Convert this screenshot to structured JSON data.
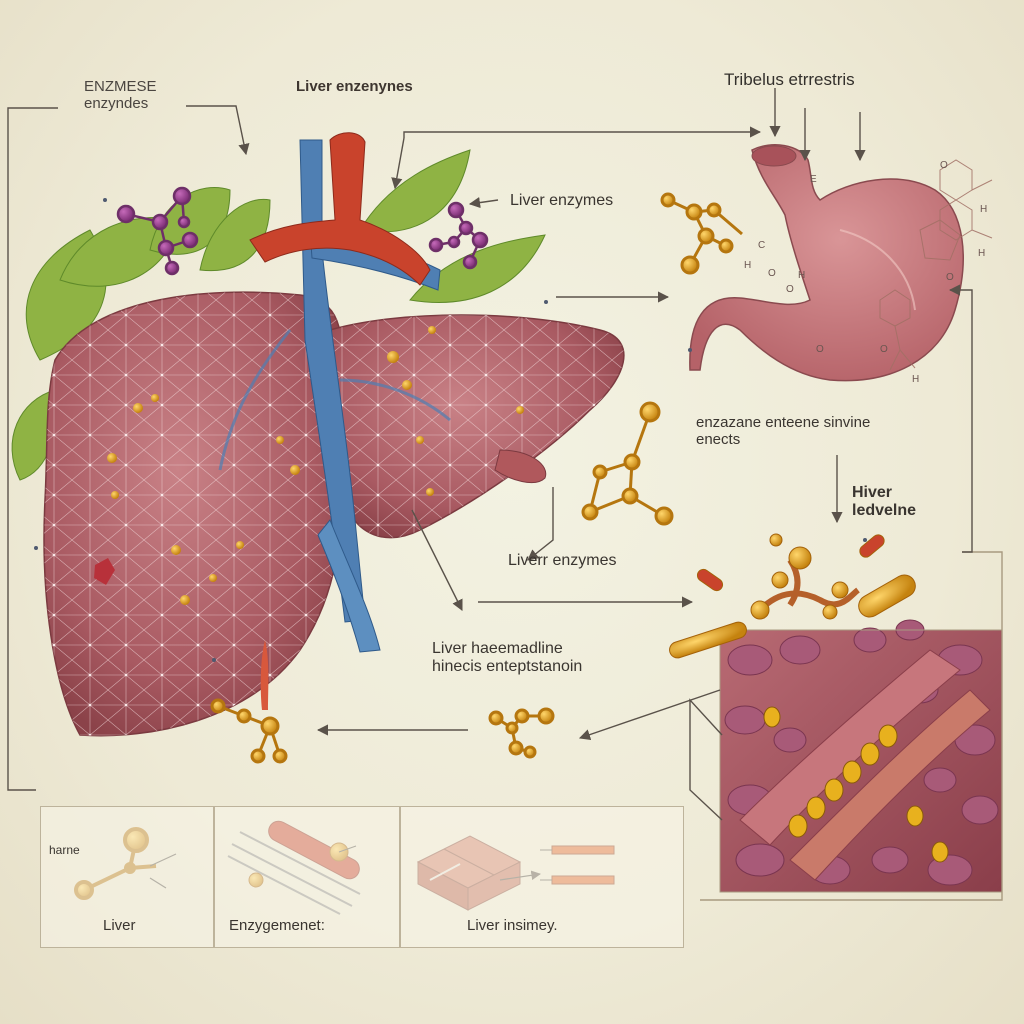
{
  "labels": {
    "enzymes_top_left": "ENZMESE\nenzyndes",
    "liver_enzymes_top": "Liver enzenynes",
    "tribulus": "Tribelus etrrestris",
    "liver_enzymes_mid": "Liver enzymes",
    "effects_line1": "enzazane entеene sinvine",
    "effects_line2": "enects",
    "hiver_line1": "Hiver",
    "hiver_line2": "ledvelne",
    "liverr_enzymes": "Liverr enzymes",
    "haem_line1": "Liver haeemadline",
    "haem_line2": "hinecis enteptstanoin"
  },
  "panels": [
    {
      "label": "Liver",
      "sub": "harne"
    },
    {
      "label": "Enzygemenet:"
    },
    {
      "label": "Liver insimey."
    }
  ],
  "colors": {
    "liver": "#a95a62",
    "liver_light": "#c77b7f",
    "leaf": "#8fb344",
    "artery": "#c9432c",
    "vein": "#4f7fb3",
    "molecule_gold": "#e0a021",
    "molecule_purple": "#8e3b86",
    "stomach": "#c9787c",
    "arrow": "#5a524a"
  }
}
